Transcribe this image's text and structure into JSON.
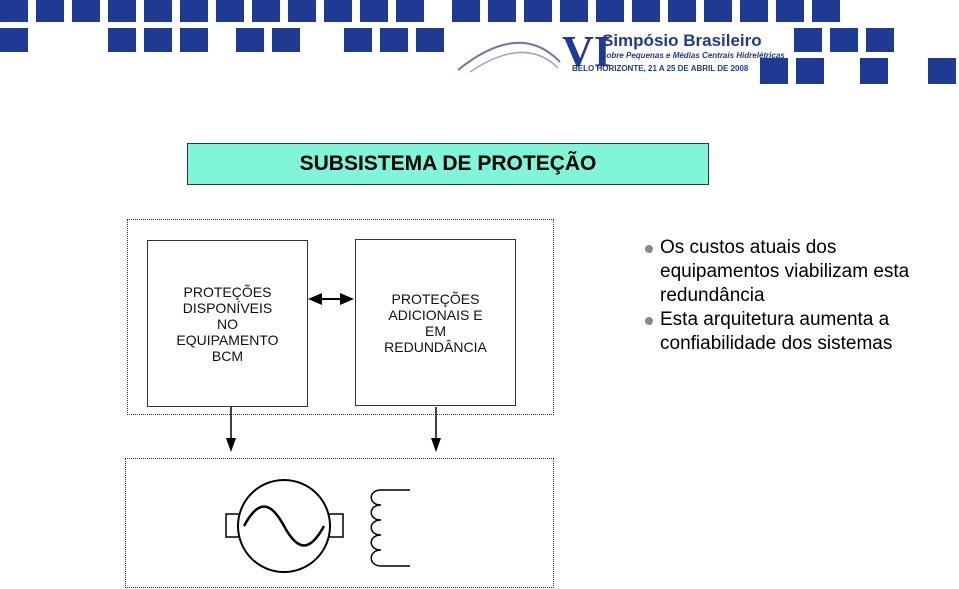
{
  "header": {
    "logo_roman": "VI",
    "logo_title": "Simpósio Brasileiro",
    "logo_subtitle": "sobre Pequenas e Médias Centrais Hidrelétricas",
    "logo_date": "BELO HORIZONTE, 21 A 25 DE ABRIL DE 2008",
    "tile_color": "#1f3a93"
  },
  "title": "SUBSISTEMA DE PROTEÇÃO",
  "blocks": {
    "left": "PROTEÇÕES\nDISPONÍVEIS\nNO\nEQUIPAMENTO\nBCM",
    "right": "PROTEÇÕES\nADICIONAIS E\nEM\nREDUNDÂNCIA"
  },
  "bullets": [
    "Os custos atuais dos equipamentos viabilizam esta redundância",
    "Esta arquitetura aumenta a confiabilidade dos sistemas"
  ],
  "colors": {
    "title_bg": "#7ff5da"
  }
}
